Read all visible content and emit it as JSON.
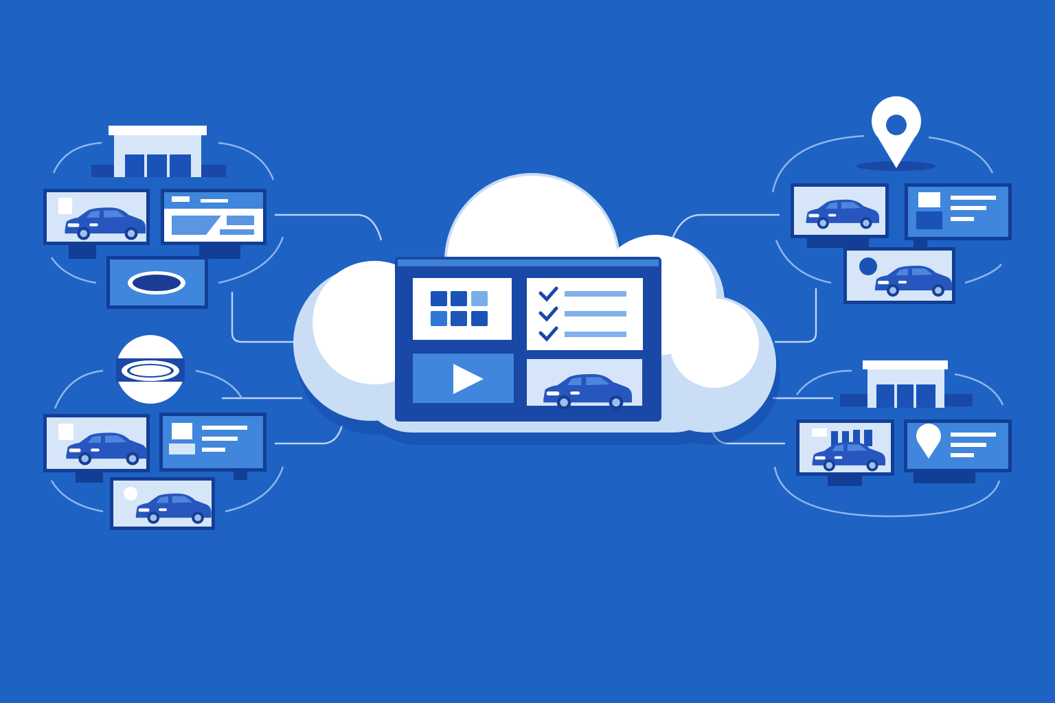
{
  "illustration": {
    "subject": "cloud-hub-connected-digital-signage",
    "colors": {
      "background": "#1e62c4",
      "dark_blue": "#1a48a6",
      "mid_blue": "#2f72d6",
      "light_blue": "#7fb0ea",
      "pale_blue": "#c9ddf5",
      "white": "#ffffff"
    },
    "hub": {
      "icon": "cloud-icon",
      "dashboard_panels": [
        "grid-icon",
        "checklist-icon",
        "play-icon",
        "car-icon"
      ]
    },
    "clusters": [
      {
        "id": "top-left",
        "badge": "storefront-icon",
        "screens": [
          "car-icon",
          "ad-layout-icon",
          "logo-ellipse-icon"
        ]
      },
      {
        "id": "bottom-left",
        "badge": "logo-ellipse-icon",
        "screens": [
          "car-icon",
          "ad-layout-icon",
          "car-icon"
        ]
      },
      {
        "id": "top-right",
        "badge": "location-pin-icon",
        "screens": [
          "car-icon",
          "ad-layout-icon",
          "car-icon"
        ]
      },
      {
        "id": "bottom-right",
        "badge": "storefront-icon",
        "screens": [
          "car-showroom-icon",
          "location-ad-icon"
        ]
      }
    ]
  }
}
